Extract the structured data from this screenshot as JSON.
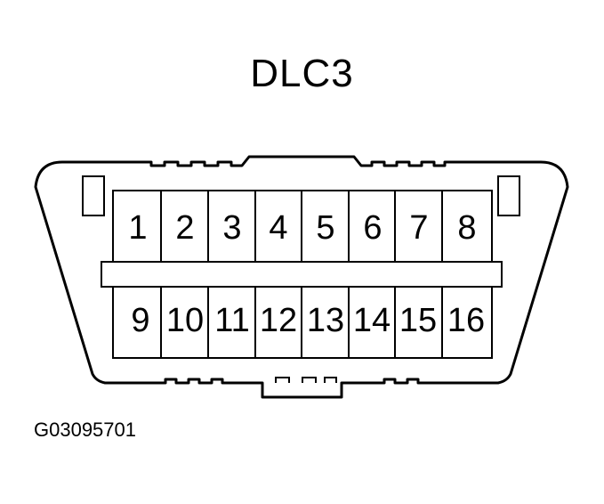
{
  "diagram": {
    "title": "DLC3",
    "figure_code": "G03095701",
    "pins_top": [
      "1",
      "2",
      "3",
      "4",
      "5",
      "6",
      "7",
      "8"
    ],
    "pins_bottom": [
      "9",
      "10",
      "11",
      "12",
      "13",
      "14",
      "15",
      "16"
    ]
  }
}
